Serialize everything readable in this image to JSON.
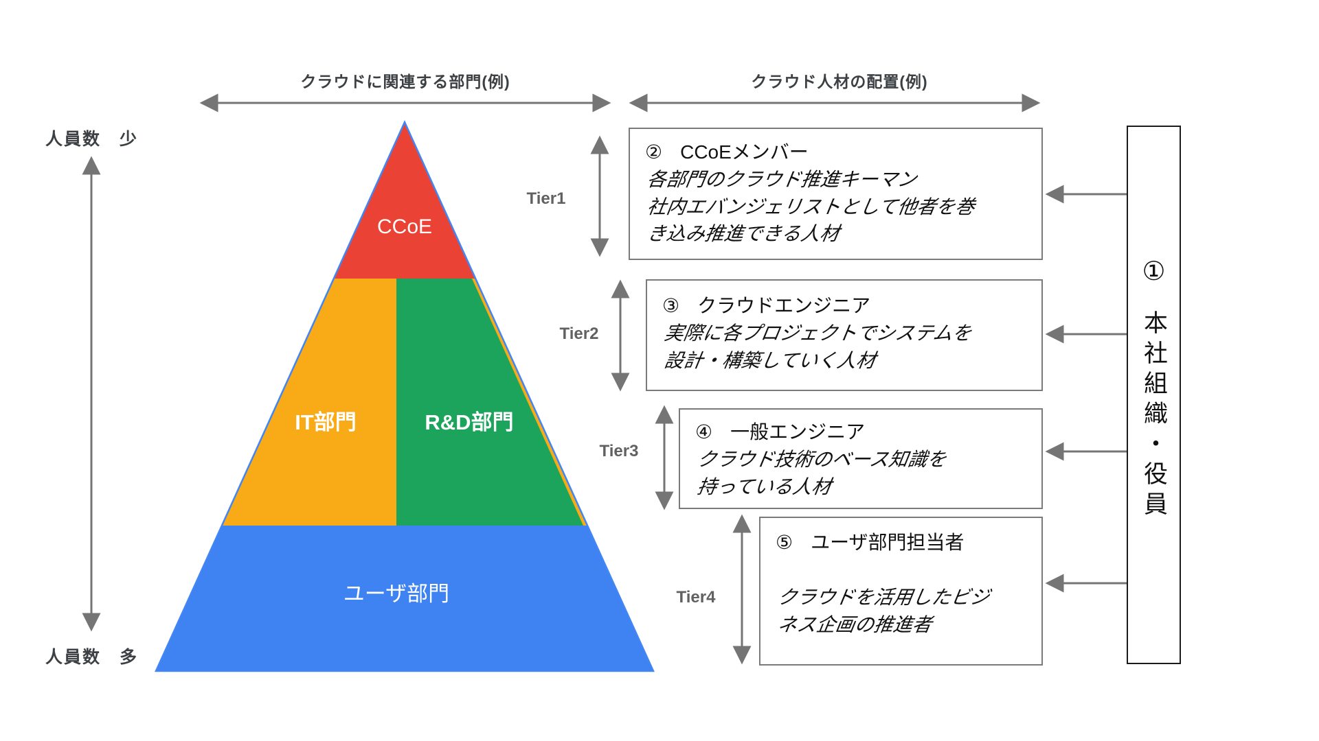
{
  "headers": {
    "departments": "クラウドに関連する部門(例)",
    "placement": "クラウド人材の配置(例)"
  },
  "axis": {
    "top": "人員数　少",
    "bottom": "人員数　多"
  },
  "pyramid": {
    "outline_color": "#4285F4",
    "levels": [
      {
        "label": "CCoE",
        "color": "#EA4335"
      },
      {
        "label": "IT部門",
        "color": "#F8AB17"
      },
      {
        "label": "R&D部門",
        "color": "#1CA45C"
      },
      {
        "label": "ユーザ部門",
        "color": "#3F83F2"
      }
    ]
  },
  "tiers": [
    {
      "label": "Tier1"
    },
    {
      "label": "Tier2"
    },
    {
      "label": "Tier3"
    },
    {
      "label": "Tier4"
    }
  ],
  "boxes": [
    {
      "number": "②",
      "title": "CCoEメンバー",
      "lines": [
        "各部門のクラウド推進キーマン",
        "社内エバンジェリストとして他者を巻",
        "き込み推進できる人材"
      ]
    },
    {
      "number": "③",
      "title": "クラウドエンジニア",
      "lines": [
        "実際に各プロジェクトでシステムを",
        "設計・構築していく人材"
      ]
    },
    {
      "number": "④",
      "title": "一般エンジニア",
      "lines": [
        "クラウド技術のベース知識を",
        "持っている人材"
      ]
    },
    {
      "number": "⑤",
      "title": "ユーザ部門担当者",
      "lines": [
        "クラウドを活用したビジ",
        "ネス企画の推進者"
      ]
    }
  ],
  "org_box": {
    "number": "①",
    "label": "本社組織・役員"
  },
  "colors": {
    "line_gray": "#757575",
    "box_border": "#7a7a7a",
    "text_dark": "#3c4043"
  }
}
